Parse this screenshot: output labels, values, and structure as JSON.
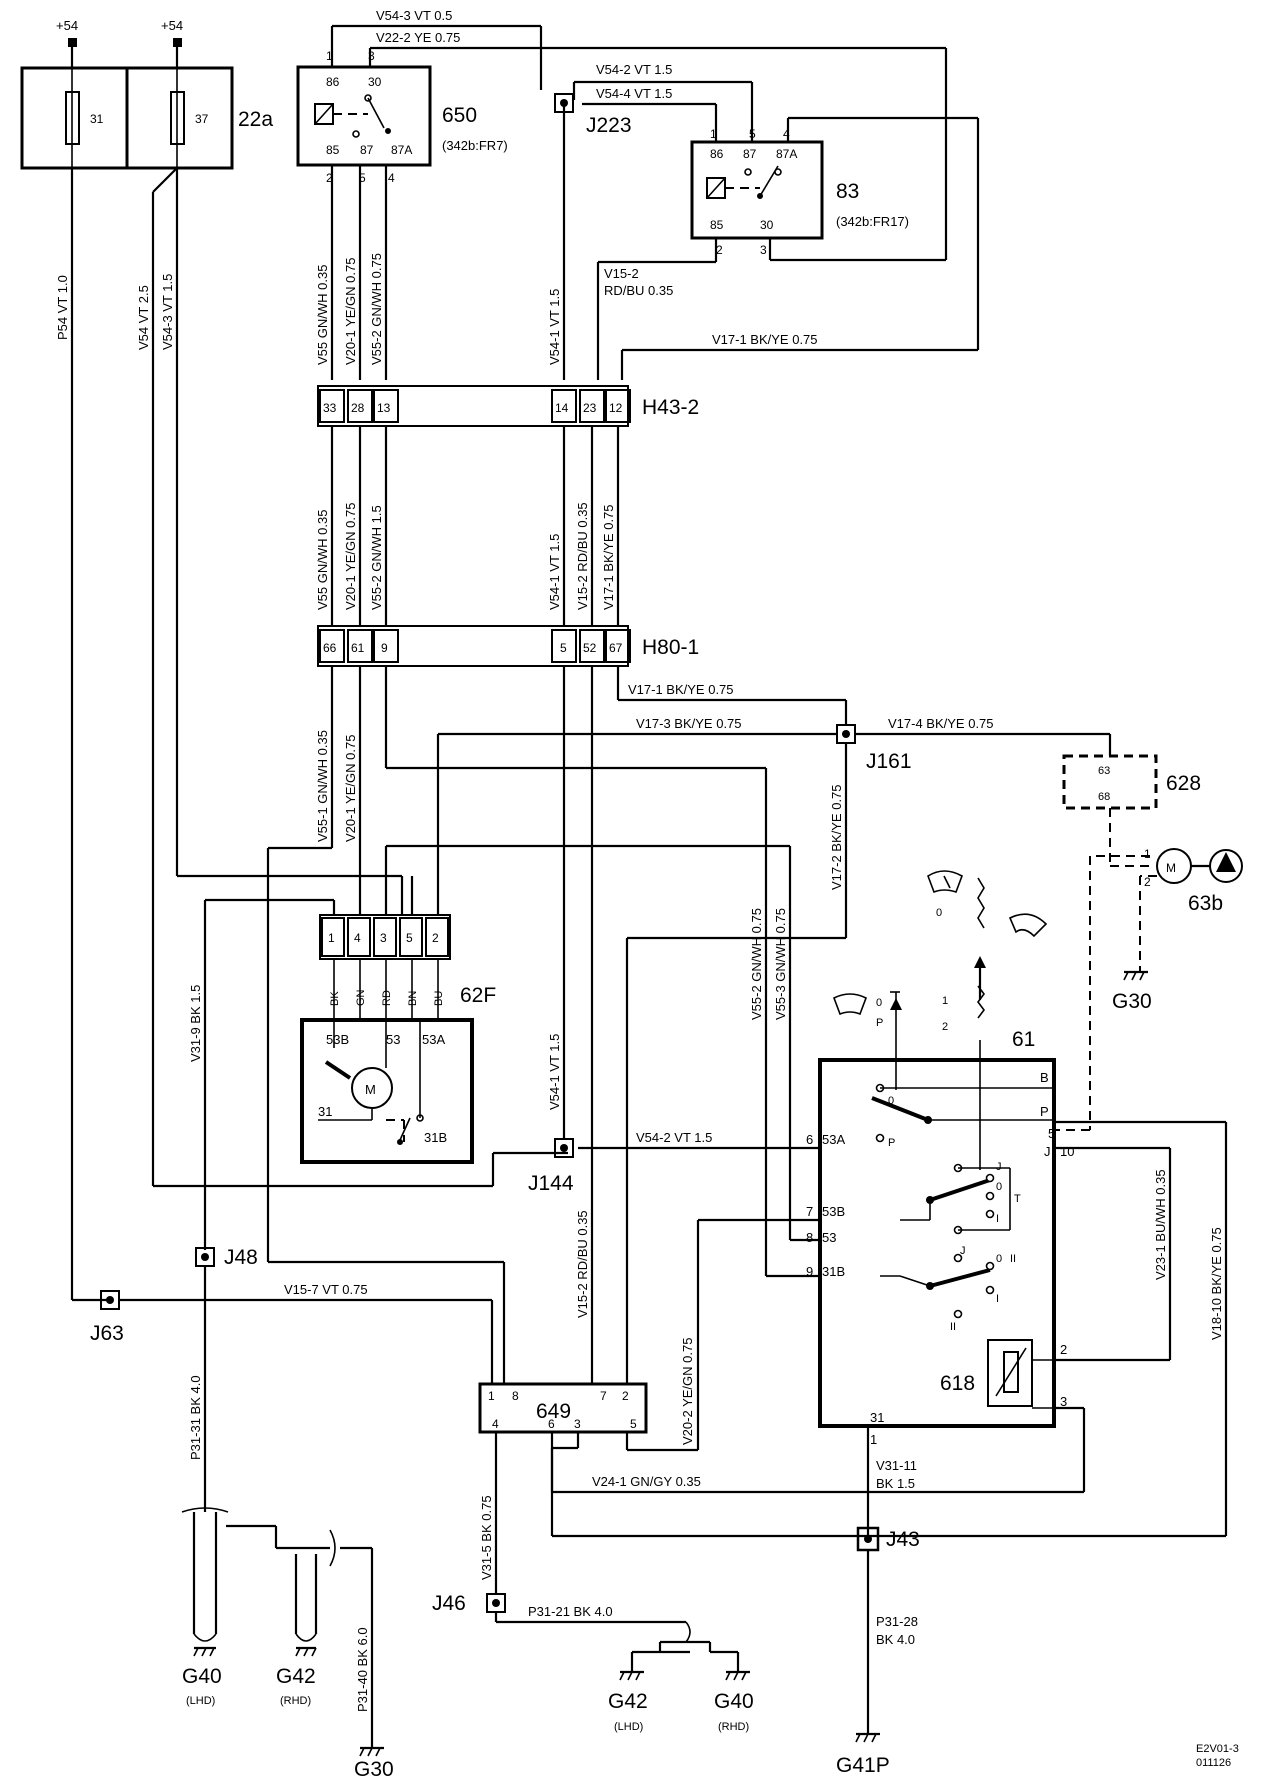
{
  "supply": {
    "left": "+54",
    "right": "+54"
  },
  "fuse_box": {
    "id": "22a",
    "fuses": [
      "31",
      "37"
    ]
  },
  "relay_650": {
    "id": "650",
    "ref": "(342b:FR7)",
    "pins_top": [
      "1",
      "3"
    ],
    "pins_inner": [
      "86",
      "30",
      "85",
      "87",
      "87A"
    ],
    "pins_bottom": [
      "2",
      "5",
      "4"
    ]
  },
  "relay_83": {
    "id": "83",
    "ref": "(342b:FR17)",
    "pins_top": [
      "1",
      "5",
      "4"
    ],
    "pins_inner": [
      "86",
      "87",
      "87A",
      "85",
      "30"
    ],
    "pins_bottom": [
      "2",
      "3"
    ]
  },
  "junctions": {
    "j223": "J223",
    "j161": "J161",
    "j144": "J144",
    "j48": "J48",
    "j63": "J63",
    "j46": "J46",
    "j43": "J43"
  },
  "connector_h43": {
    "id": "H43-2",
    "pins": [
      "33",
      "28",
      "13",
      "14",
      "23",
      "12"
    ]
  },
  "connector_h80": {
    "id": "H80-1",
    "pins": [
      "66",
      "61",
      "9",
      "5",
      "52",
      "67"
    ]
  },
  "motor_62f": {
    "id": "62F",
    "pins": [
      "1",
      "4",
      "3",
      "5",
      "2"
    ],
    "colors": [
      "BK",
      "GN",
      "RD",
      "BN",
      "BU"
    ],
    "terms": [
      "53B",
      "53",
      "53A",
      "31",
      "31B"
    ],
    "motor": "M"
  },
  "switch_61": {
    "id": "61",
    "terms_right": [
      "B",
      "P",
      "J",
      "5",
      "10",
      "2",
      "3"
    ],
    "terms_left": [
      "6",
      "53A",
      "7",
      "53B",
      "8",
      "53",
      "9",
      "31B",
      "31",
      "1"
    ],
    "positions": [
      "J",
      "0",
      "T",
      "I",
      "II",
      "J",
      "0",
      "I",
      "II",
      "0",
      "P",
      "0",
      "1",
      "2"
    ]
  },
  "resistor_618": {
    "id": "618"
  },
  "module_649": {
    "id": "649",
    "pins_top": [
      "1",
      "8",
      "7",
      "2"
    ],
    "pins_bottom": [
      "4",
      "6",
      "3",
      "5"
    ]
  },
  "unit_628": {
    "id": "628",
    "pins": [
      "63",
      "68"
    ]
  },
  "pump_63b": {
    "id": "63b",
    "pins": [
      "1",
      "2"
    ],
    "motor": "M"
  },
  "grounds": {
    "g30_right": "G30",
    "g40_left": "G40",
    "g40_left_sub": "(LHD)",
    "g42_left": "G42",
    "g42_left_sub": "(RHD)",
    "g30_bottom": "G30",
    "g42_mid": "G42",
    "g42_mid_sub": "(LHD)",
    "g40_mid": "G40",
    "g40_mid_sub": "(RHD)",
    "g41p": "G41P"
  },
  "wires": {
    "v54_3_top": "V54-3   VT   0.5",
    "v22_2": "V22-2   YE   0.75",
    "v54_2_top": "V54-2   VT   1.5",
    "v54_4": "V54-4   VT   1.5",
    "v15_2_a": "V15-2",
    "v15_2_b": "RD/BU   0.35",
    "v17_1_top": "V17-1  BK/YE  0.75",
    "p54": "P54   VT   1.0",
    "v54_left": "V54   VT   2.5",
    "v54_3_left": "V54-3   VT   1.5",
    "v55_up": "V55   GN/WH   0.35",
    "v20_1_up": "V20-1   YE/GN   0.75",
    "v55_2_up": "V55-2   GN/WH   0.75",
    "v54_1_up": "V54-1   VT   1.5",
    "v55_mid": "V55   GN/WH 0.35",
    "v20_1_mid": "V20-1   YE/GN  0.75",
    "v55_2_mid": "V55-2   GN/WH 1.5",
    "v54_1_mid": "V54-1  VT    1.5",
    "v15_2_mid": "V15-2   RD/BU  0.35",
    "v17_1_mid": "V17-1   BK/YE  0.75",
    "v17_1_low": "V17-1  BK/YE  0.75",
    "v17_3": "V17-3   BK/YE   0.75",
    "v17_4": "V17-4   BK/YE   0.75",
    "v17_2": "V17-2   BK/YE   0.75",
    "v55_1": "V55-1   GN/WH   0.35",
    "v20_1_low": "V20-1   YE/GN   0.75",
    "v31_9": "V31-9   BK   1.5",
    "v54_1_low": "V54-1   VT   1.5",
    "v55_2_low": "V55-2   GN/WH   0.75",
    "v55_3_low": "V55-3   GN/WH   0.75",
    "v54_2_low": "V54-2     VT     1.5",
    "v15_7": "V15-7   VT   0.75",
    "v15_2_low": "V15-2   RD/BU   0.35",
    "v20_2": "V20-2   YE/GN  0.75",
    "v23_1": "V23-1   BU/WH  0.35",
    "v18_10": "V18-10  BK/YE  0.75",
    "v31_11_a": "V31-11",
    "v31_11_b": "BK   1.5",
    "v24_1": "V24-1   GN/GY  0.35",
    "p31_31": "P31-31   BK   4.0",
    "v31_5": "V31-5   BK   0.75",
    "p31_21": "P31-21   BK   4.0",
    "p31_40": "P31-40  BK   6.0",
    "p31_28_a": "P31-28",
    "p31_28_b": "BK   4.0"
  },
  "footer": {
    "code": "E2V01-3",
    "date": "011126"
  }
}
